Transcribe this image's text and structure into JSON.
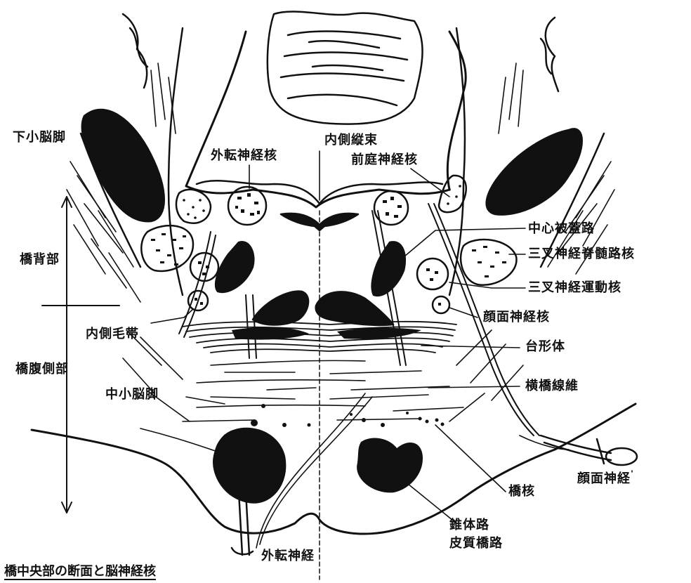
{
  "diagram": {
    "caption": "橋中央部の断面と脳神経核",
    "labels": {
      "inferior_cerebellar_peduncle": "下小脳脚",
      "medial_longitudinal_fasciculus": "内側縦束",
      "abducens_nucleus": "外転神経核",
      "vestibular_nucleus": "前庭神経核",
      "central_tegmental_tract": "中心被蓋路",
      "pontine_tegmentum": "橋背部",
      "spinal_trigeminal_nucleus": "三叉神経脊髄路核",
      "trigeminal_motor_nucleus": "三叉神経運動核",
      "facial_nucleus": "顔面神経核",
      "medial_lemniscus": "内側毛帯",
      "trapezoid_body": "台形体",
      "pontine_base": "橋腹側部",
      "middle_cerebellar_peduncle": "中小脳脚",
      "transverse_pontine_fibers": "横橋線維",
      "facial_nerve": "顔面神経",
      "pontine_nuclei": "橋核",
      "pyramidal_tract": "錐体路",
      "corticopontine_tract": "皮質橋路",
      "abducens_nerve": "外転神経"
    }
  }
}
